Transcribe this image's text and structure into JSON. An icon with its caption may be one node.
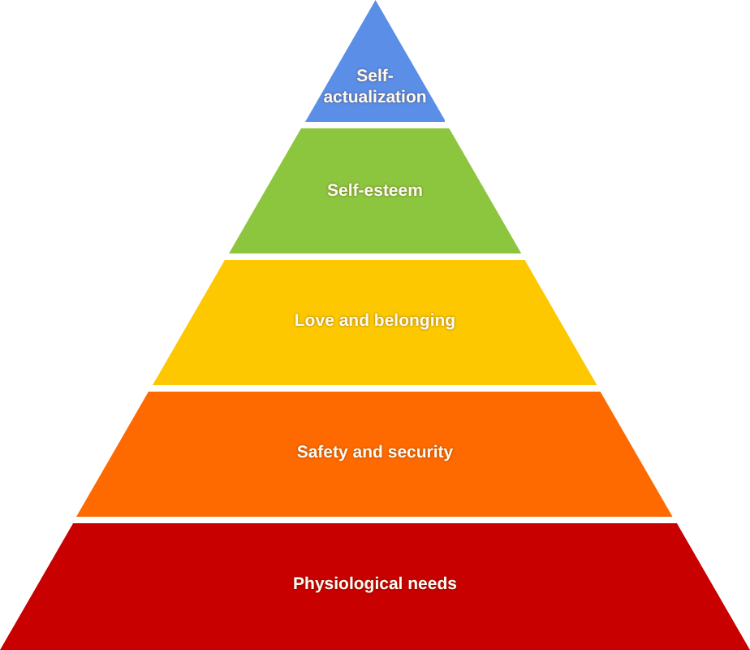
{
  "diagram": {
    "nodes": [
      {
        "text": [
          "Self-actualization"
        ]
      },
      {
        "text": [
          "Self-esteem"
        ]
      },
      {
        "text": [
          "Love and belonging"
        ]
      },
      {
        "text": [
          "Safety and security"
        ]
      },
      {
        "text": [
          "Physiological needs"
        ]
      }
    ]
  }
}
